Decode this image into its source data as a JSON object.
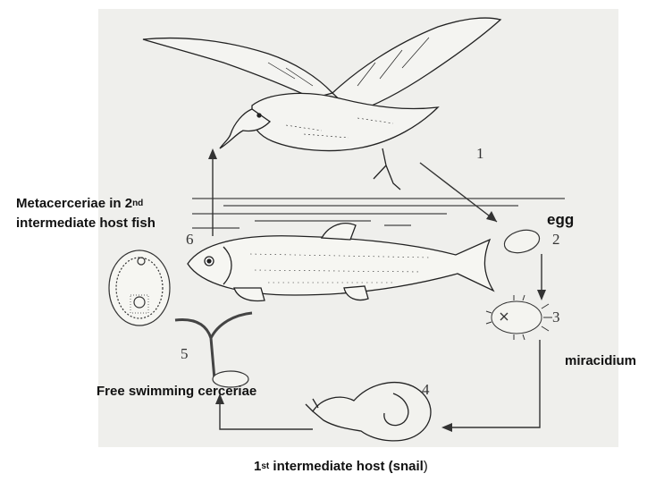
{
  "stage_numbers": [
    "1",
    "2",
    "3",
    "4",
    "5",
    "6"
  ],
  "labels": {
    "metacerceriae": {
      "line1_pre": "Metacerceriae in 2",
      "line1_sup": "nd",
      "line2": "intermediate host fish"
    },
    "egg": "egg",
    "miracidium": "miracidium",
    "cerceriae": "Free swimming cerceriae",
    "snail": {
      "sup": "st",
      "pre": "1",
      "post": " intermediate host (snail",
      "close": ")"
    }
  },
  "colors": {
    "background": "#efefec",
    "ink": "#2b2b2b",
    "label": "#111111"
  }
}
